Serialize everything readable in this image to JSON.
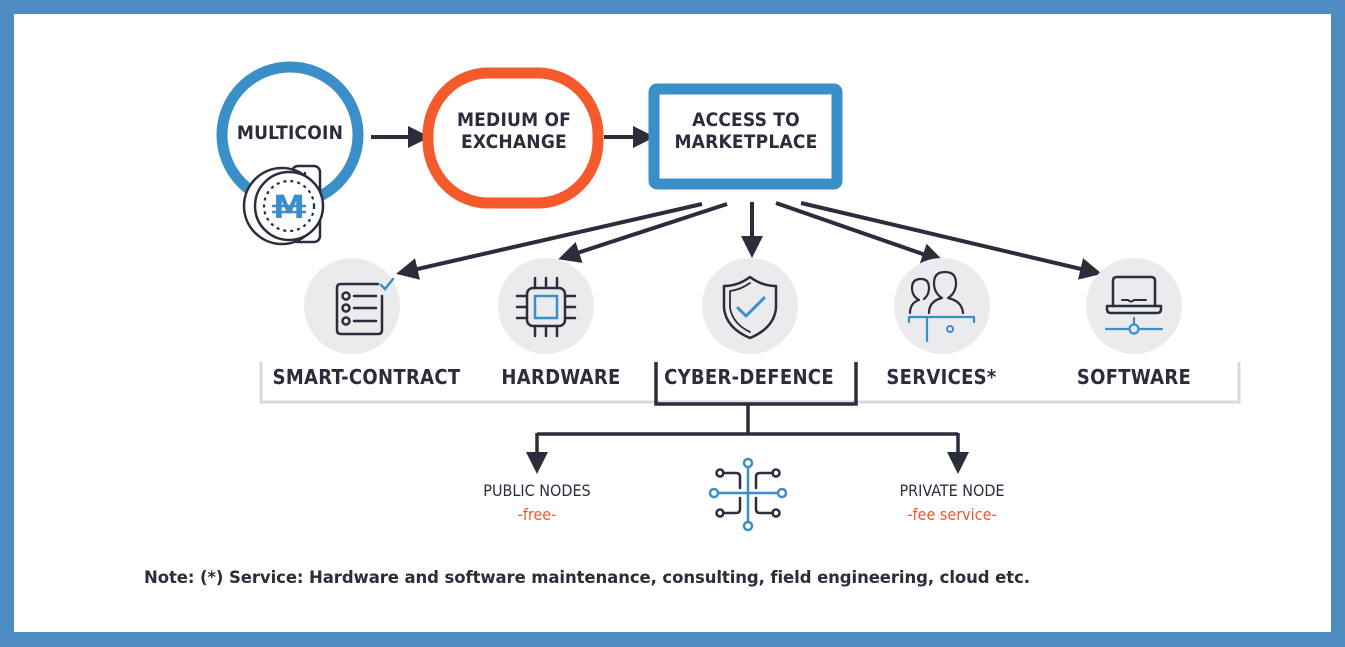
{
  "colors": {
    "frame": "#4f8cc2",
    "blue": "#3b8fc8",
    "orange": "#f55a2c",
    "dark": "#2b2d3a",
    "icon_bg": "#ebebee",
    "bracket_gray": "#d9d9dc"
  },
  "flow": {
    "multicoin": {
      "label": "MULTICOIN",
      "coin_symbol": "M",
      "icon": "coin-icon"
    },
    "medium": {
      "line1": "MEDIUM OF",
      "line2": "EXCHANGE"
    },
    "marketplace": {
      "line1": "ACCESS TO",
      "line2": "MARKETPLACE"
    }
  },
  "categories": [
    {
      "label": "SMART-CONTRACT",
      "icon": "checklist-icon"
    },
    {
      "label": "HARDWARE",
      "icon": "chip-icon"
    },
    {
      "label": "CYBER-DEFENCE",
      "icon": "shield-check-icon"
    },
    {
      "label": "SERVICES*",
      "icon": "people-icon"
    },
    {
      "label": "SOFTWARE",
      "icon": "laptop-network-icon"
    }
  ],
  "nodes": {
    "public": {
      "label": "PUBLIC NODES",
      "price": "-free-"
    },
    "private": {
      "label": "PRIVATE NODE",
      "price": "-fee service-"
    },
    "center_icon": "circuit-icon"
  },
  "note": "Note: (*) Service: Hardware and software maintenance, consulting, field engineering, cloud etc."
}
